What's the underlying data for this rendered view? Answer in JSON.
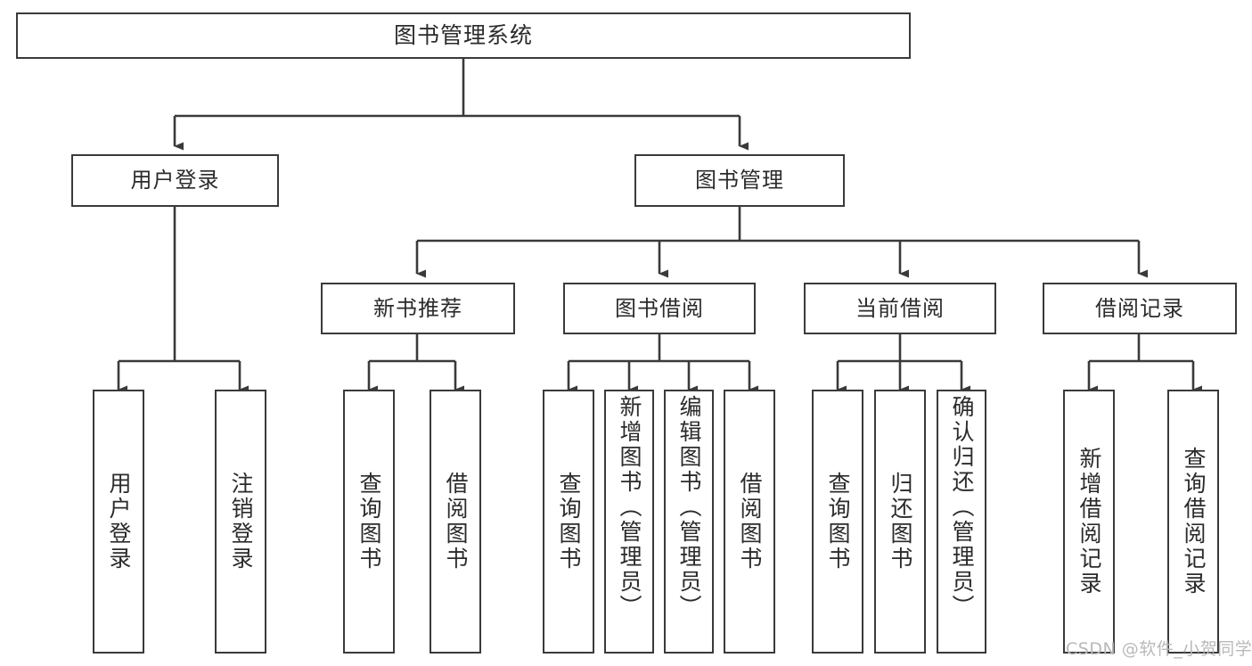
{
  "diagram": {
    "title": "图书管理系统",
    "type": "tree-hierarchy-diagram",
    "watermark": "CSDN @软件_小贺同学",
    "colors": {
      "stroke": "#3a3a3a",
      "fill": "#ffffff",
      "text": "#2b2b2b",
      "watermark": "#b9b9b9"
    },
    "levels": {
      "level1": [
        {
          "id": "root",
          "label": "图书管理系统"
        }
      ],
      "level2": [
        {
          "id": "user-login",
          "label": "用户登录"
        },
        {
          "id": "book-manage",
          "label": "图书管理"
        }
      ],
      "level3": [
        {
          "id": "new-book-rec",
          "label": "新书推荐",
          "parent": "book-manage"
        },
        {
          "id": "book-borrow",
          "label": "图书借阅",
          "parent": "book-manage"
        },
        {
          "id": "current-borrow",
          "label": "当前借阅",
          "parent": "book-manage"
        },
        {
          "id": "borrow-record",
          "label": "借阅记录",
          "parent": "book-manage"
        }
      ],
      "level4": [
        {
          "id": "leaf-1",
          "label": "用户登录",
          "parent": "user-login"
        },
        {
          "id": "leaf-2",
          "label": "注销登录",
          "parent": "user-login"
        },
        {
          "id": "leaf-3",
          "label": "查询图书",
          "parent": "new-book-rec"
        },
        {
          "id": "leaf-4",
          "label": "借阅图书",
          "parent": "new-book-rec"
        },
        {
          "id": "leaf-5",
          "label": "查询图书",
          "parent": "book-borrow"
        },
        {
          "id": "leaf-6",
          "label": "新增图书（管理员）",
          "parent": "book-borrow"
        },
        {
          "id": "leaf-7",
          "label": "编辑图书（管理员）",
          "parent": "book-borrow"
        },
        {
          "id": "leaf-8",
          "label": "借阅图书",
          "parent": "book-borrow"
        },
        {
          "id": "leaf-9",
          "label": "查询图书",
          "parent": "current-borrow"
        },
        {
          "id": "leaf-10",
          "label": "归还图书",
          "parent": "current-borrow"
        },
        {
          "id": "leaf-11",
          "label": "确认归还（管理员）",
          "parent": "current-borrow"
        },
        {
          "id": "leaf-12",
          "label": "新增借阅记录",
          "parent": "borrow-record"
        },
        {
          "id": "leaf-13",
          "label": "查询借阅记录",
          "parent": "borrow-record"
        }
      ]
    }
  }
}
